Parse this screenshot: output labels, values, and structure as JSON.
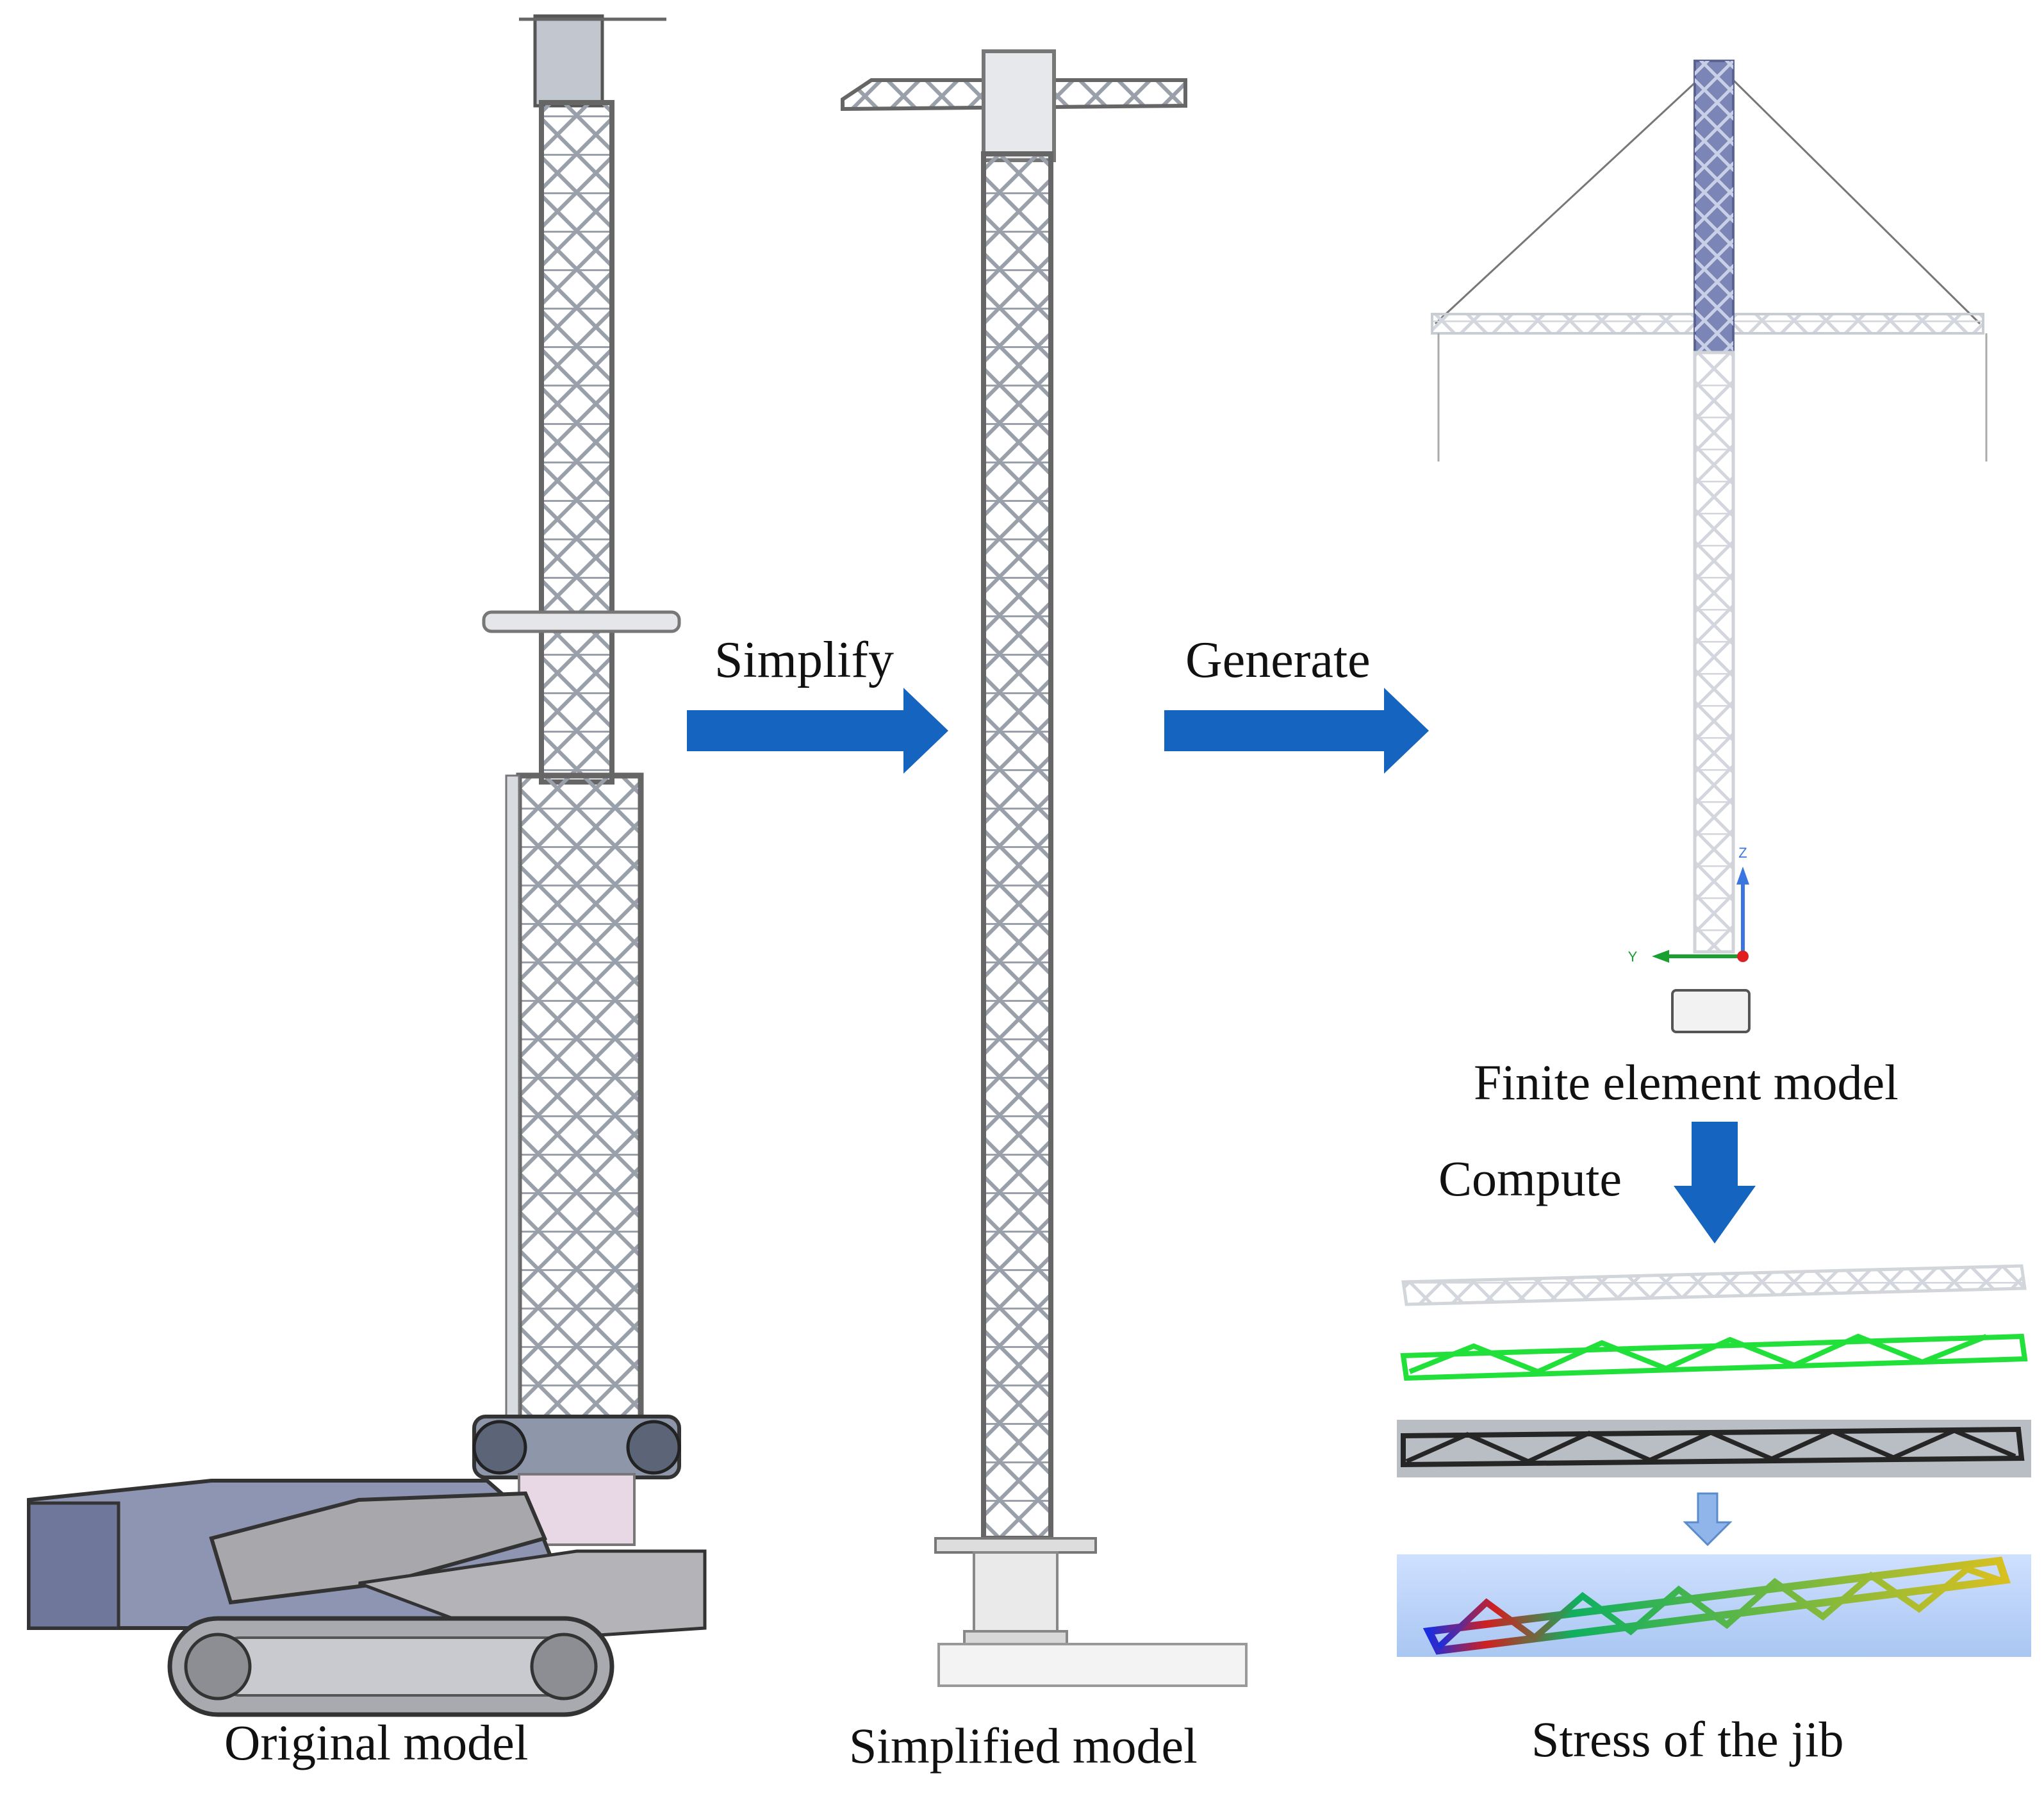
{
  "labels": {
    "original": "Original model",
    "simplified": "Simplified model",
    "fem": "Finite element model",
    "stress": "Stress of the jib",
    "simplify": "Simplify",
    "generate": "Generate",
    "compute": "Compute"
  },
  "axis_labels": {
    "z": "Z",
    "y": "Y"
  },
  "colors": {
    "arrow_blue": "#1565c0",
    "steel_gray": "#b8bcc4",
    "tower_blue": "#6b78a8",
    "fem_light": "#e6e8ec",
    "stress_green": "#22e03a",
    "dark_jib": "#2a2a2a",
    "gradient_blue": "#b8d4ff"
  },
  "icons": [
    "arrow-right-icon",
    "arrow-down-icon",
    "axis-triad-icon"
  ]
}
